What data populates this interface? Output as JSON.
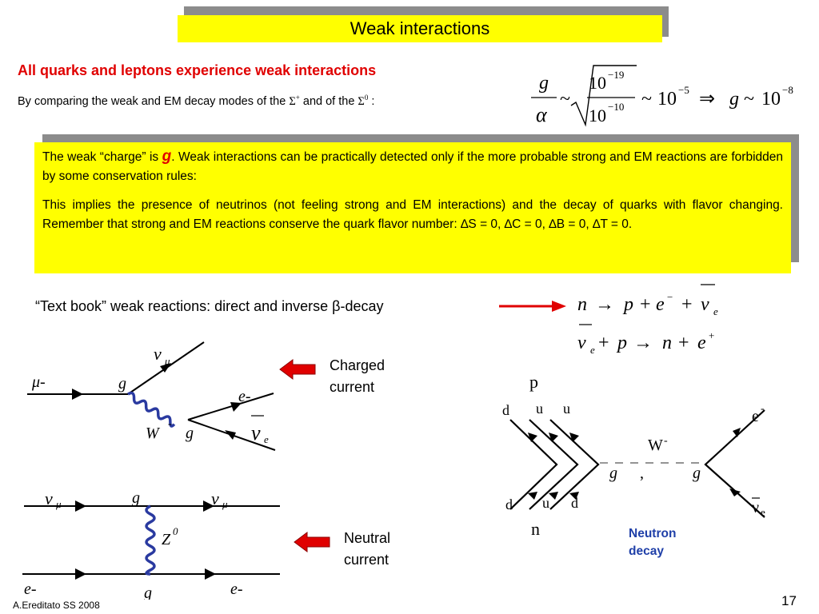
{
  "title": "Weak interactions",
  "heading": "All quarks and leptons experience weak interactions",
  "subline": {
    "prefix": "By comparing the weak and EM decay modes of the ",
    "sym1": "Σ",
    "sup1": "+",
    "middle": " and of the ",
    "sym2": "Σ",
    "sup2": "0",
    "suffix": " :"
  },
  "formula": {
    "g": "g",
    "alpha": "α",
    "tilde": "~",
    "num": "10",
    "num_exp": "−19",
    "den": "10",
    "den_exp": "−10",
    "mid": "10",
    "mid_exp": "−5",
    "implies": "⇒",
    "res": "10",
    "res_exp": "−8"
  },
  "info": {
    "p1_a": "The weak “charge” is ",
    "p1_g": "g",
    "p1_b": ". Weak interactions can be practically detected only if the more probable strong and EM reactions are forbidden by some conservation rules:",
    "p2": "This implies the presence of neutrinos (not feeling strong and EM interactions) and the decay of quarks with flavor changing. Remember that strong and EM reactions conserve the quark flavor number: ∆S = 0, ∆C = 0, ∆B = 0, ∆T = 0."
  },
  "textbook": "“Text book” weak reactions: direct and inverse β-decay",
  "reactions": {
    "r1": {
      "n": "n",
      "arrow": "→",
      "p": "p",
      "plus": "+",
      "e": "e",
      "e_sup": "−",
      "nu": "ν",
      "nu_sub": "e"
    },
    "r2": {
      "nu": "ν",
      "nu_sub": "e",
      "plus": "+",
      "p": "p",
      "arrow": "→",
      "n": "n",
      "plus2": "+",
      "e": "e",
      "e_sup": "+"
    }
  },
  "charged_diagram": {
    "mu": "μ-",
    "nu_mu": "ν",
    "nu_mu_sub": "μ",
    "g1": "g",
    "e": "e-",
    "W": "W",
    "W_sup": "-",
    "g2": "g",
    "nubar": "ν",
    "nubar_sub": "e"
  },
  "charged_label": [
    "Charged",
    "current"
  ],
  "neutral_diagram": {
    "nu_left": "ν",
    "nu_left_sub": "μ",
    "g_top": "g",
    "nu_right": "ν",
    "nu_right_sub": "μ",
    "Z": "Z",
    "Z_sup": "0",
    "e_left": "e-",
    "g_bottom": "g",
    "e_right": "e-"
  },
  "neutral_label": [
    "Neutral",
    "current"
  ],
  "neutron_diagram": {
    "p": "p",
    "n": "n",
    "top_quarks": [
      "d",
      "u",
      "u"
    ],
    "bottom_quarks": [
      "d",
      "u",
      "d"
    ],
    "W": "W",
    "W_sup": "-",
    "g_left": "g",
    "comma": ",",
    "g_right": "g",
    "e": "e",
    "e_sup": "-",
    "nubar": "ν",
    "nubar_sub": "e"
  },
  "neutron_label": [
    "Neutron",
    "decay"
  ],
  "footer": "A.Ereditato SS 2008",
  "page_number": "17",
  "colors": {
    "title_bg": "#ffff00",
    "heading": "#e00000",
    "arrow_red": "#e00000",
    "boson_blue": "#2a3aa0",
    "neutron_label": "#1f3fa8"
  }
}
